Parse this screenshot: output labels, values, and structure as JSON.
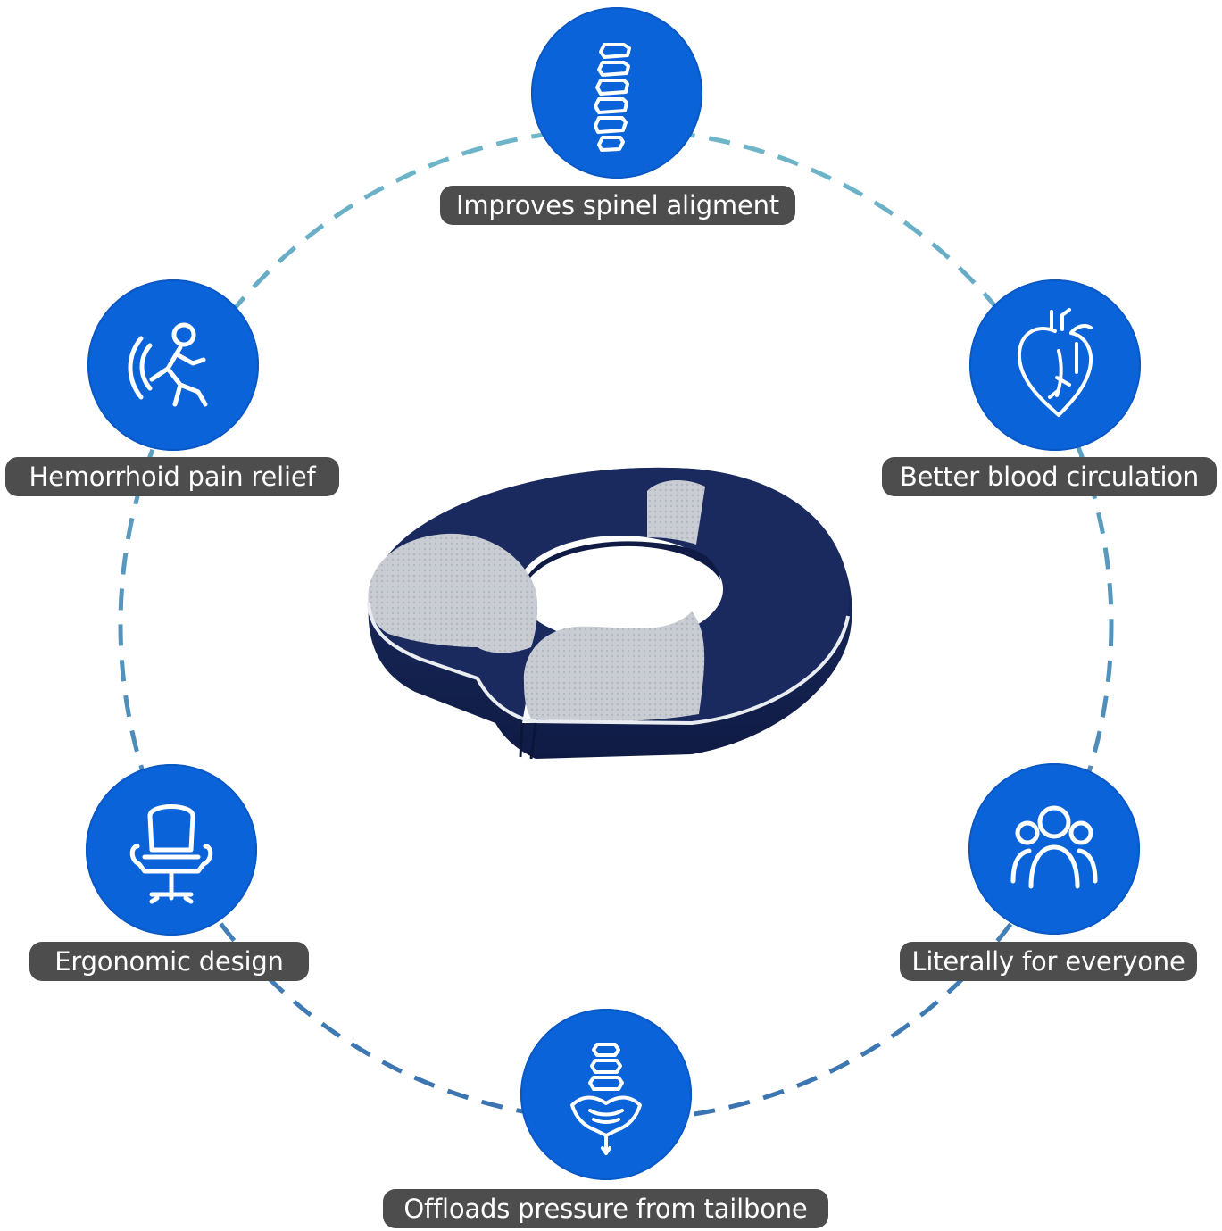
{
  "features": {
    "spine": "Improves spinel aligment",
    "hemorrhoid": "Hemorrhoid pain relief",
    "blood": "Better blood circulation",
    "ergonomic": "Ergonomic design",
    "everyone": "Literally for everyone",
    "tailbone": "Offloads pressure from tailbone"
  },
  "icons": {
    "spine": "spine-icon",
    "hemorrhoid": "walking-person-pain-icon",
    "blood": "heart-icon",
    "ergonomic": "office-chair-icon",
    "everyone": "group-people-icon",
    "tailbone": "pelvis-tailbone-icon"
  },
  "colors": {
    "badge": "#0b63d9",
    "label_bg": "#4d4d4d",
    "dash_top": "#6fb6c9",
    "dash_bottom": "#3a73b0",
    "cushion_navy": "#17285a",
    "cushion_grey": "#c9ccd2"
  }
}
